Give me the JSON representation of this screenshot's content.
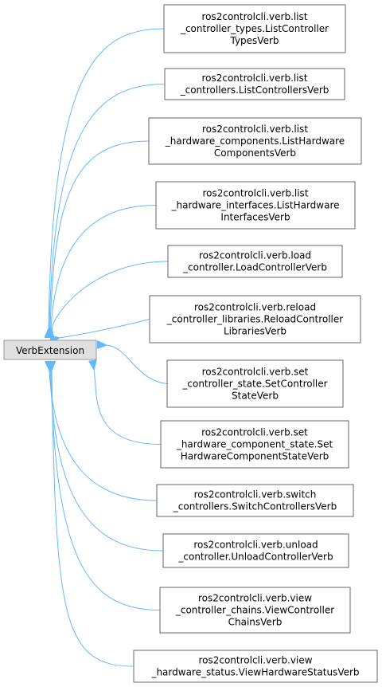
{
  "base_class": {
    "label": "VerbExtension",
    "fill": "#e0e0e0",
    "border": "#999999"
  },
  "edge_color": "#63b8ff",
  "node_border": "#666666",
  "derived_classes": [
    {
      "lines": [
        "ros2controlcli.verb.list",
        "_controller_types.ListController",
        "TypesVerb"
      ]
    },
    {
      "lines": [
        "ros2controlcli.verb.list",
        "_controllers.ListControllersVerb"
      ]
    },
    {
      "lines": [
        "ros2controlcli.verb.list",
        "_hardware_components.ListHardware",
        "ComponentsVerb"
      ]
    },
    {
      "lines": [
        "ros2controlcli.verb.list",
        "_hardware_interfaces.ListHardware",
        "InterfacesVerb"
      ]
    },
    {
      "lines": [
        "ros2controlcli.verb.load",
        "_controller.LoadControllerVerb"
      ]
    },
    {
      "lines": [
        "ros2controlcli.verb.reload",
        "_controller_libraries.ReloadController",
        "LibrariesVerb"
      ]
    },
    {
      "lines": [
        "ros2controlcli.verb.set",
        "_controller_state.SetController",
        "StateVerb"
      ]
    },
    {
      "lines": [
        "ros2controlcli.verb.set",
        "_hardware_component_state.Set",
        "HardwareComponentStateVerb"
      ]
    },
    {
      "lines": [
        "ros2controlcli.verb.switch",
        "_controllers.SwitchControllersVerb"
      ]
    },
    {
      "lines": [
        "ros2controlcli.verb.unload",
        "_controller.UnloadControllerVerb"
      ]
    },
    {
      "lines": [
        "ros2controlcli.verb.view",
        "_controller_chains.ViewController",
        "ChainsVerb"
      ]
    },
    {
      "lines": [
        "ros2controlcli.verb.view",
        "_hardware_status.ViewHardwareStatusVerb"
      ]
    }
  ]
}
